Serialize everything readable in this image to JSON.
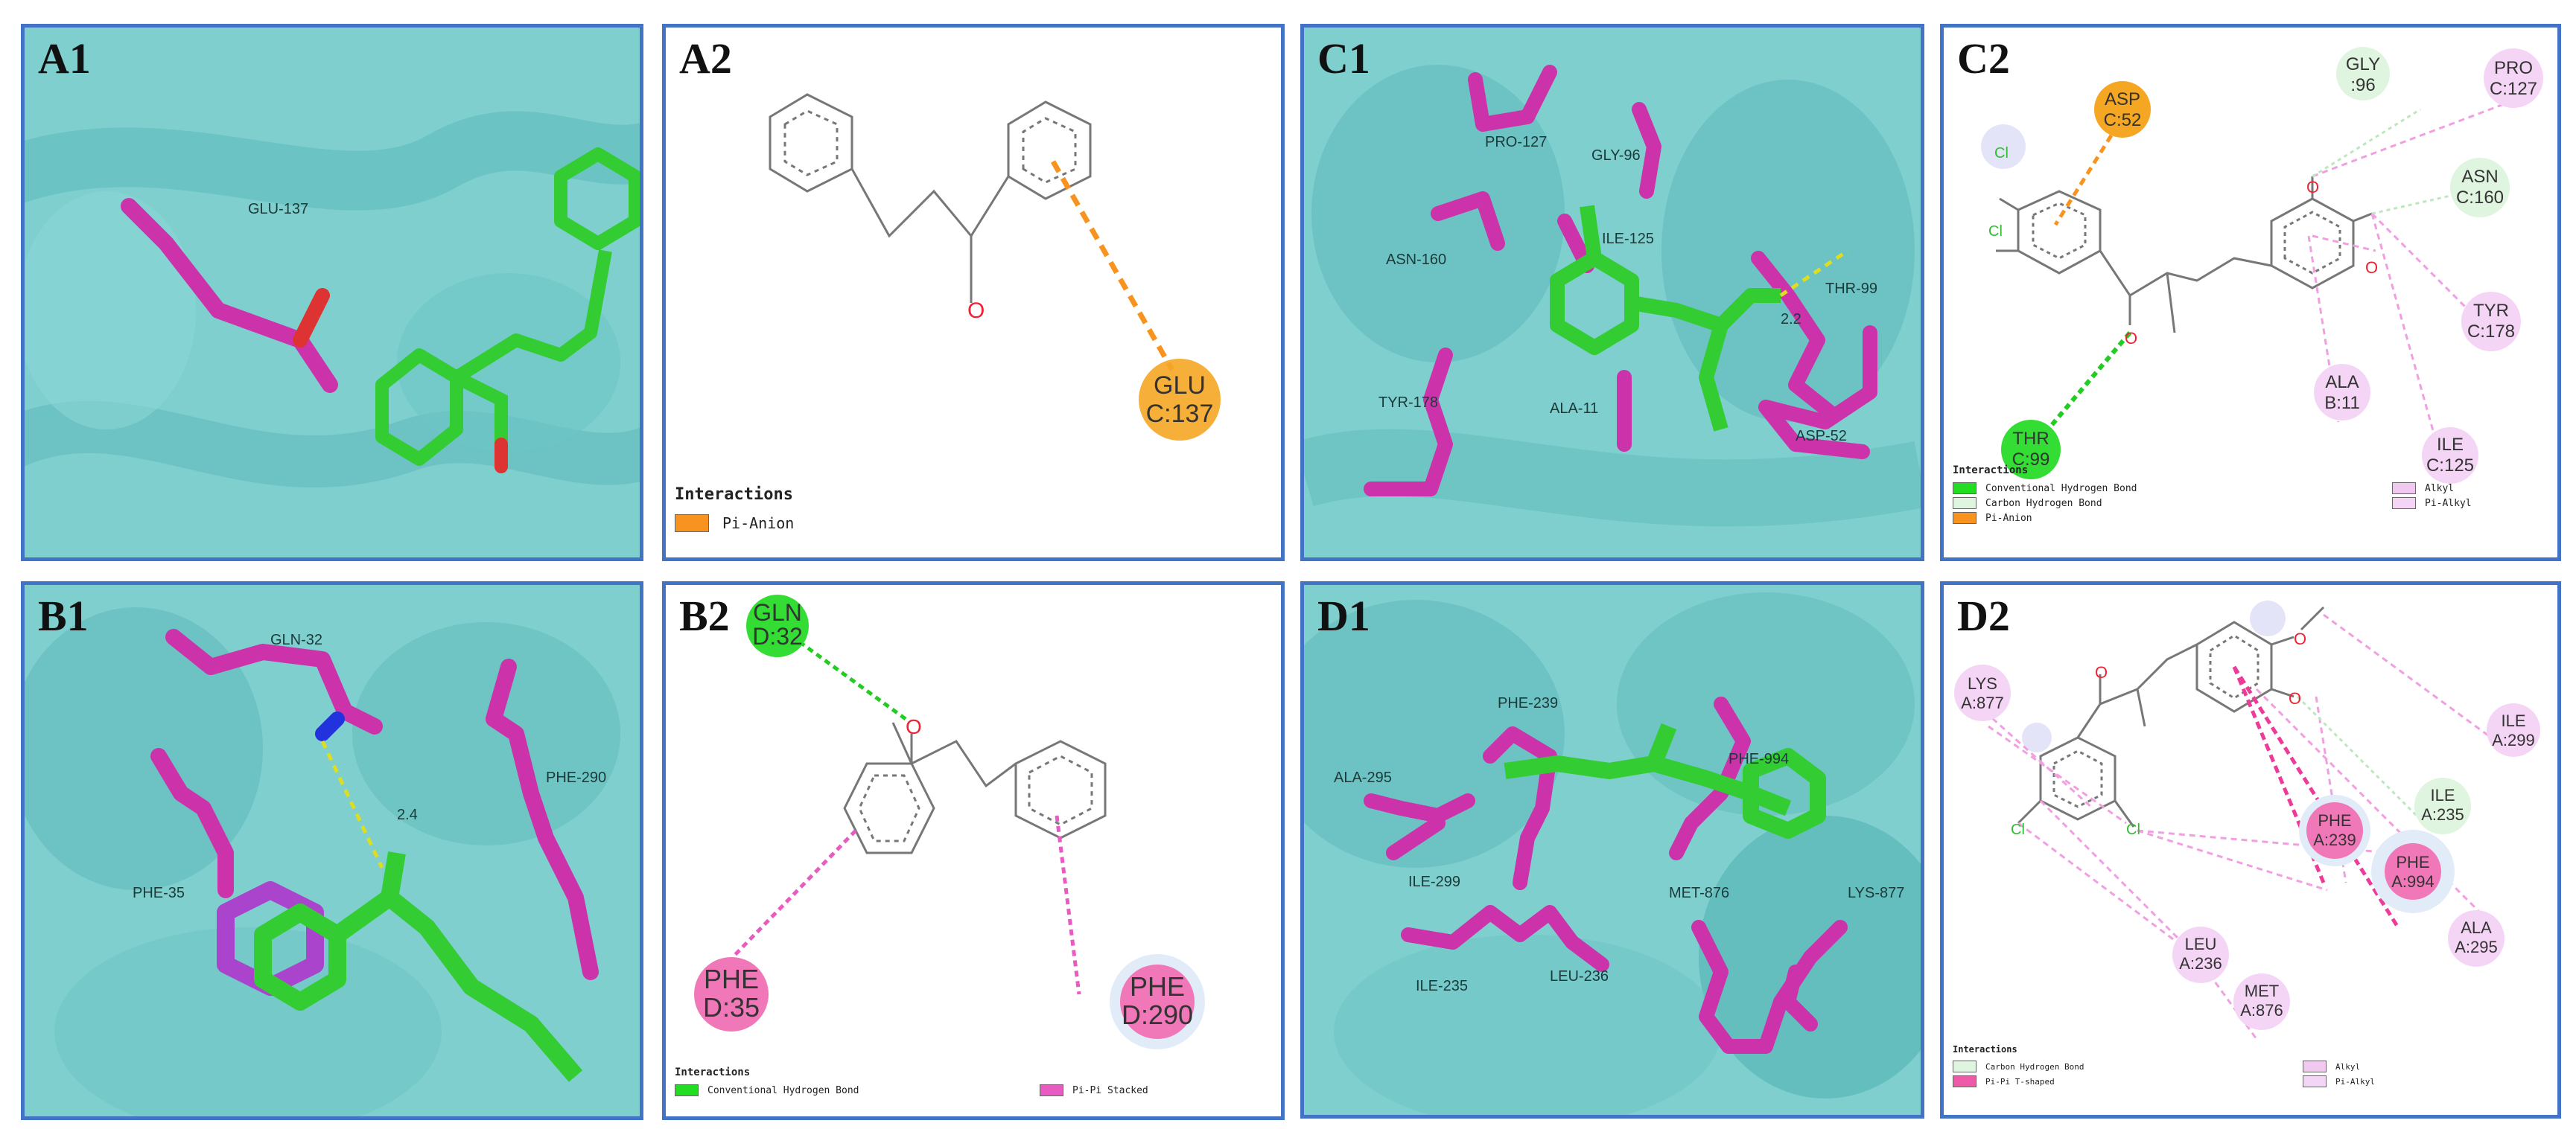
{
  "panels": {
    "a1": {
      "label": "A1",
      "residues": [
        "GLU-137"
      ]
    },
    "a2": {
      "label": "A2",
      "residue": {
        "name": "GLU",
        "chain": "C:137"
      },
      "legend": {
        "title": "Interactions",
        "items": [
          {
            "label": "Pi-Anion",
            "color": "#f7931e"
          }
        ]
      }
    },
    "c1": {
      "label": "C1",
      "residues": [
        "PRO-127",
        "GLY-96",
        "ASN-160",
        "ILE-125",
        "THR-99",
        "TYR-178",
        "ALA-11",
        "ASP-52"
      ],
      "distance": "2.2"
    },
    "c2": {
      "label": "C2",
      "residues": [
        {
          "name": "ASP",
          "chain": "C:52"
        },
        {
          "name": "GLY",
          "chain": ":96"
        },
        {
          "name": "PRO",
          "chain": "C:127"
        },
        {
          "name": "ASN",
          "chain": "C:160"
        },
        {
          "name": "TYR",
          "chain": "C:178"
        },
        {
          "name": "ALA",
          "chain": "B:11"
        },
        {
          "name": "ILE",
          "chain": "C:125"
        },
        {
          "name": "THR",
          "chain": "C:99"
        }
      ],
      "atoms": [
        "Cl",
        "Cl",
        "O",
        "O",
        "O"
      ],
      "legend": {
        "title": "Interactions",
        "items": [
          {
            "label": "Conventional Hydrogen Bond",
            "color": "#22dd22"
          },
          {
            "label": "Carbon Hydrogen Bond",
            "color": "#dff5df"
          },
          {
            "label": "Pi-Anion",
            "color": "#f7931e"
          },
          {
            "label": "Alkyl",
            "color": "#f0c8f0"
          },
          {
            "label": "Pi-Alkyl",
            "color": "#f5d5f5"
          }
        ]
      }
    },
    "b1": {
      "label": "B1",
      "residues": [
        "GLN-32",
        "PHE-290",
        "PHE-35"
      ],
      "distance": "2.4"
    },
    "b2": {
      "label": "B2",
      "residues": [
        {
          "name": "GLN",
          "chain": "D:32"
        },
        {
          "name": "PHE",
          "chain": "D:35"
        },
        {
          "name": "PHE",
          "chain": "D:290"
        }
      ],
      "legend": {
        "title": "Interactions",
        "items": [
          {
            "label": "Conventional Hydrogen Bond",
            "color": "#22dd22"
          },
          {
            "label": "Pi-Pi Stacked",
            "color": "#e85bc0"
          }
        ]
      }
    },
    "d1": {
      "label": "D1",
      "residues": [
        "PHE-239",
        "ALA-295",
        "PHE-994",
        "ILE-299",
        "MET-876",
        "LYS-877",
        "ILE-235",
        "LEU-236"
      ]
    },
    "d2": {
      "label": "D2",
      "residues": [
        {
          "name": "LYS",
          "chain": "A:877"
        },
        {
          "name": "ILE",
          "chain": "A:299"
        },
        {
          "name": "ILE",
          "chain": "A:235"
        },
        {
          "name": "PHE",
          "chain": "A:239"
        },
        {
          "name": "PHE",
          "chain": "A:994"
        },
        {
          "name": "LEU",
          "chain": "A:236"
        },
        {
          "name": "ALA",
          "chain": "A:295"
        },
        {
          "name": "MET",
          "chain": "A:876"
        }
      ],
      "atoms": [
        "O",
        "O",
        "O",
        "Cl",
        "Cl"
      ],
      "legend": {
        "title": "Interactions",
        "items": [
          {
            "label": "Carbon Hydrogen Bond",
            "color": "#dff5df"
          },
          {
            "label": "Pi-Pi T-shaped",
            "color": "#ee5aa8"
          },
          {
            "label": "Alkyl",
            "color": "#f0c8f0"
          },
          {
            "label": "Pi-Alkyl",
            "color": "#f5d5f5"
          }
        ]
      }
    }
  },
  "colors": {
    "panel_border": "#4472c4",
    "ligand": "#33cc33",
    "protein_residue": "#cc33aa",
    "cartoon": "#7fcfcf"
  }
}
